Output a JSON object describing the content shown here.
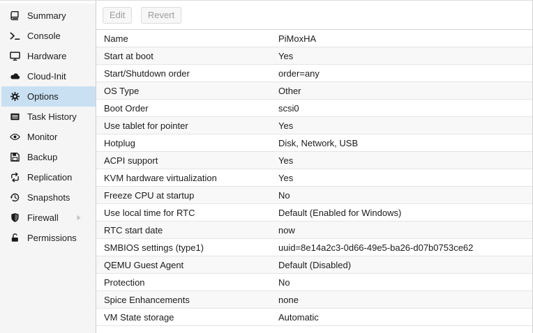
{
  "sidebar": {
    "items": [
      {
        "label": "Summary",
        "icon": "book-icon",
        "selected": false,
        "has_submenu": false
      },
      {
        "label": "Console",
        "icon": "terminal-icon",
        "selected": false,
        "has_submenu": false
      },
      {
        "label": "Hardware",
        "icon": "desktop-icon",
        "selected": false,
        "has_submenu": false
      },
      {
        "label": "Cloud-Init",
        "icon": "cloud-icon",
        "selected": false,
        "has_submenu": false
      },
      {
        "label": "Options",
        "icon": "gear-icon",
        "selected": true,
        "has_submenu": false
      },
      {
        "label": "Task History",
        "icon": "list-icon",
        "selected": false,
        "has_submenu": false
      },
      {
        "label": "Monitor",
        "icon": "eye-icon",
        "selected": false,
        "has_submenu": false
      },
      {
        "label": "Backup",
        "icon": "floppy-icon",
        "selected": false,
        "has_submenu": false
      },
      {
        "label": "Replication",
        "icon": "retweet-icon",
        "selected": false,
        "has_submenu": false
      },
      {
        "label": "Snapshots",
        "icon": "history-icon",
        "selected": false,
        "has_submenu": false
      },
      {
        "label": "Firewall",
        "icon": "shield-icon",
        "selected": false,
        "has_submenu": true
      },
      {
        "label": "Permissions",
        "icon": "unlock-icon",
        "selected": false,
        "has_submenu": false
      }
    ]
  },
  "toolbar": {
    "edit_label": "Edit",
    "revert_label": "Revert"
  },
  "options": {
    "rows": [
      {
        "label": "Name",
        "value": "PiMoxHA"
      },
      {
        "label": "Start at boot",
        "value": "Yes"
      },
      {
        "label": "Start/Shutdown order",
        "value": "order=any"
      },
      {
        "label": "OS Type",
        "value": "Other"
      },
      {
        "label": "Boot Order",
        "value": "scsi0"
      },
      {
        "label": "Use tablet for pointer",
        "value": "Yes"
      },
      {
        "label": "Hotplug",
        "value": "Disk, Network, USB"
      },
      {
        "label": "ACPI support",
        "value": "Yes"
      },
      {
        "label": "KVM hardware virtualization",
        "value": "Yes"
      },
      {
        "label": "Freeze CPU at startup",
        "value": "No"
      },
      {
        "label": "Use local time for RTC",
        "value": "Default (Enabled for Windows)"
      },
      {
        "label": "RTC start date",
        "value": "now"
      },
      {
        "label": "SMBIOS settings (type1)",
        "value": "uuid=8e14a2c3-0d66-49e5-ba26-d07b0753ce62"
      },
      {
        "label": "QEMU Guest Agent",
        "value": "Default (Disabled)"
      },
      {
        "label": "Protection",
        "value": "No"
      },
      {
        "label": "Spice Enhancements",
        "value": "none"
      },
      {
        "label": "VM State storage",
        "value": "Automatic"
      }
    ]
  },
  "colors": {
    "selection-bg": "#c8e0f2",
    "sidebar-bg": "#f5f5f5",
    "row-stripe-bg": "#f8f8f8",
    "disabled-text": "#9c9c9c"
  }
}
